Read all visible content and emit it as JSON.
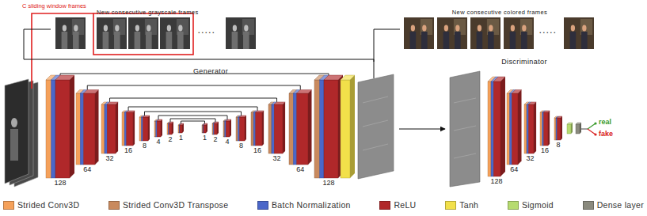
{
  "diagram": {
    "nodes": [
      {
        "text": [
          "New consecutive grayscale frames"
        ]
      },
      {
        "text": [
          "New consecutive colored frames"
        ]
      },
      {
        "text": [
          "Generator"
        ]
      },
      {
        "text": [
          "Discriminator"
        ]
      }
    ],
    "edges": [
      {
        "from": 0,
        "to": 2,
        "arrow": "none"
      },
      {
        "from": 1,
        "to": 2,
        "arrow": "none"
      },
      {
        "from": 2,
        "to": 3,
        "arrow": "to"
      }
    ],
    "labels": [
      "C sliding window frames",
      ".....",
      ".....",
      "128",
      "64",
      "32",
      "16",
      "8",
      "4",
      "2",
      "1",
      "1",
      "2",
      "4",
      "8",
      "16",
      "32",
      "64",
      "128",
      "128",
      "64",
      "32",
      "16",
      "8",
      "real",
      "fake"
    ],
    "legend": [
      {
        "text": "Strided Conv3D",
        "color": "#f5a15a"
      },
      {
        "text": "Strided Conv3D Transpose",
        "color": "#c98a5e"
      },
      {
        "text": "Batch Normalization",
        "color": "#4b67c9"
      },
      {
        "text": "ReLU",
        "color": "#b0282a"
      },
      {
        "text": "Tanh",
        "color": "#f2e04a"
      },
      {
        "text": "Sigmoid",
        "color": "#b6db70"
      },
      {
        "text": "Dense layer",
        "color": "#8a8a7e"
      }
    ]
  }
}
